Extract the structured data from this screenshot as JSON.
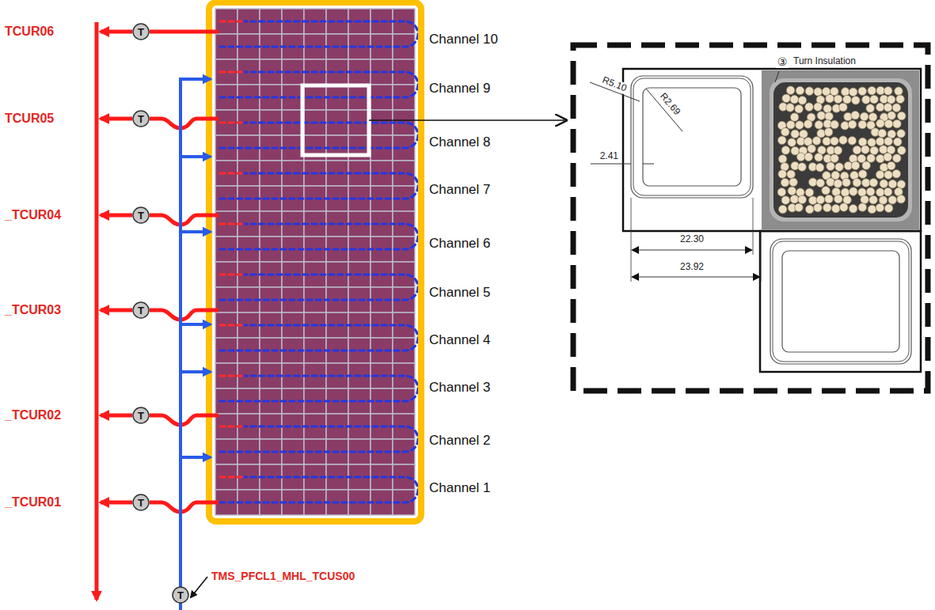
{
  "diagram": {
    "nodes": [
      {
        "text": [
          "T"
        ]
      },
      {
        "text": [
          "T"
        ]
      },
      {
        "text": [
          "T"
        ]
      },
      {
        "text": [
          "T"
        ]
      },
      {
        "text": [
          "T"
        ]
      },
      {
        "text": [
          "T"
        ]
      },
      {
        "text": [
          "T"
        ]
      }
    ],
    "labels": [
      "TCUR06",
      "TCUR05",
      "_TCUR04",
      "_TCUR03",
      "_TCUR02",
      "_TCUR01",
      "TMS_PFCL1_MHL_TCUS00",
      "Channel 10",
      "Channel 9",
      "Channel 8",
      "Channel 7",
      "Channel 6",
      "Channel 5",
      "Channel 4",
      "Channel 3",
      "Channel 2",
      "Channel 1",
      "③",
      "Turn Insulation",
      "R5.10",
      "R2.69",
      "2.41",
      "22.30",
      "23.92"
    ]
  }
}
